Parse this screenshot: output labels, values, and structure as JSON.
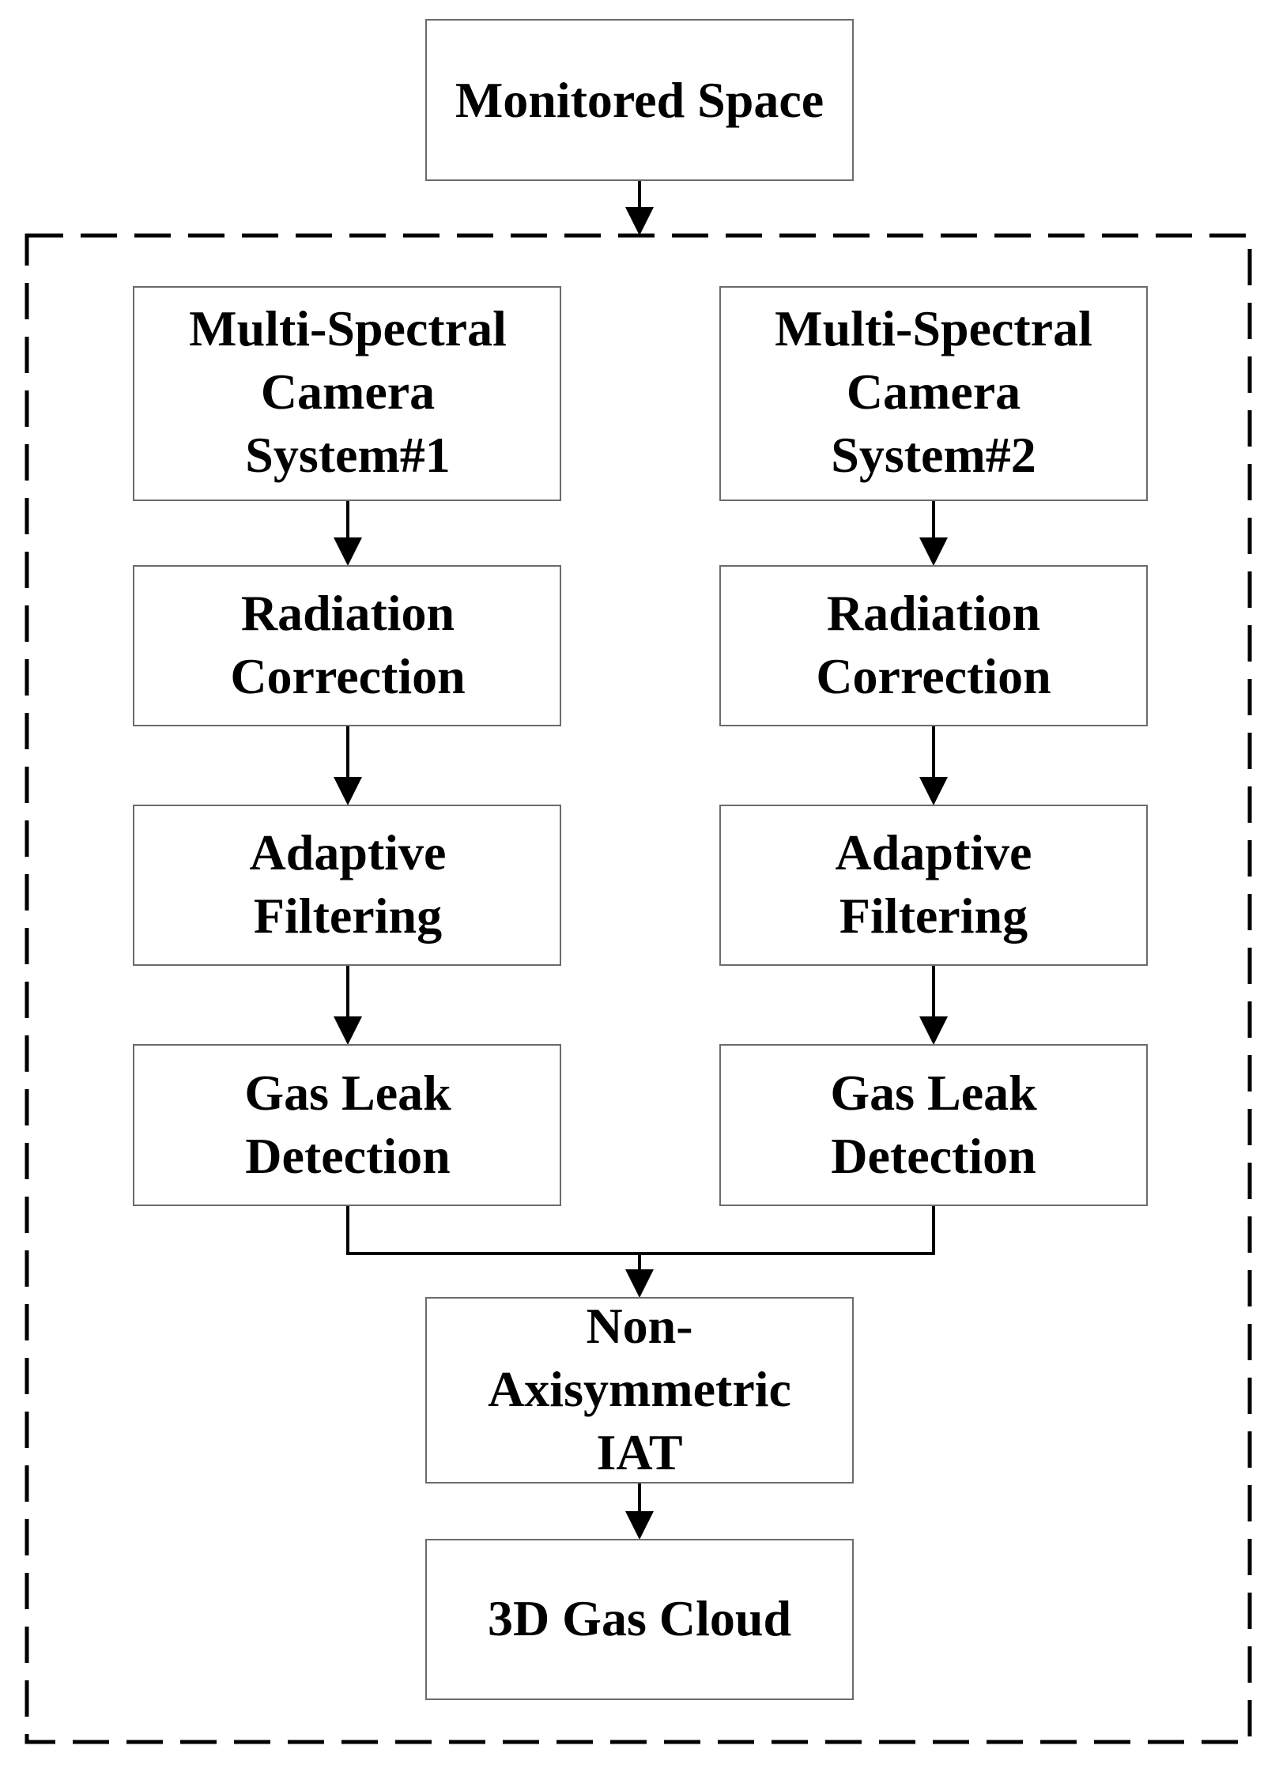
{
  "diagram": {
    "nodes": {
      "monitored_space": [
        "Monitored Space"
      ],
      "camera_1": [
        "Multi-Spectral",
        "Camera",
        "System#1"
      ],
      "camera_2": [
        "Multi-Spectral",
        "Camera",
        "System#2"
      ],
      "radiation_1": [
        "Radiation",
        "Correction"
      ],
      "radiation_2": [
        "Radiation",
        "Correction"
      ],
      "filtering_1": [
        "Adaptive",
        "Filtering"
      ],
      "filtering_2": [
        "Adaptive",
        "Filtering"
      ],
      "detection_1": [
        "Gas Leak",
        "Detection"
      ],
      "detection_2": [
        "Gas Leak",
        "Detection"
      ],
      "iat": [
        "Non-",
        "Axisymmetric",
        "IAT"
      ],
      "gas_cloud": [
        "3D Gas Cloud"
      ]
    },
    "edges": [
      {
        "from": "monitored_space",
        "to": "processing_frame"
      },
      {
        "from": "camera_1",
        "to": "radiation_1"
      },
      {
        "from": "radiation_1",
        "to": "filtering_1"
      },
      {
        "from": "filtering_1",
        "to": "detection_1"
      },
      {
        "from": "camera_2",
        "to": "radiation_2"
      },
      {
        "from": "radiation_2",
        "to": "filtering_2"
      },
      {
        "from": "filtering_2",
        "to": "detection_2"
      },
      {
        "from": "detection_1",
        "to": "iat"
      },
      {
        "from": "detection_2",
        "to": "iat"
      },
      {
        "from": "iat",
        "to": "gas_cloud"
      }
    ]
  }
}
